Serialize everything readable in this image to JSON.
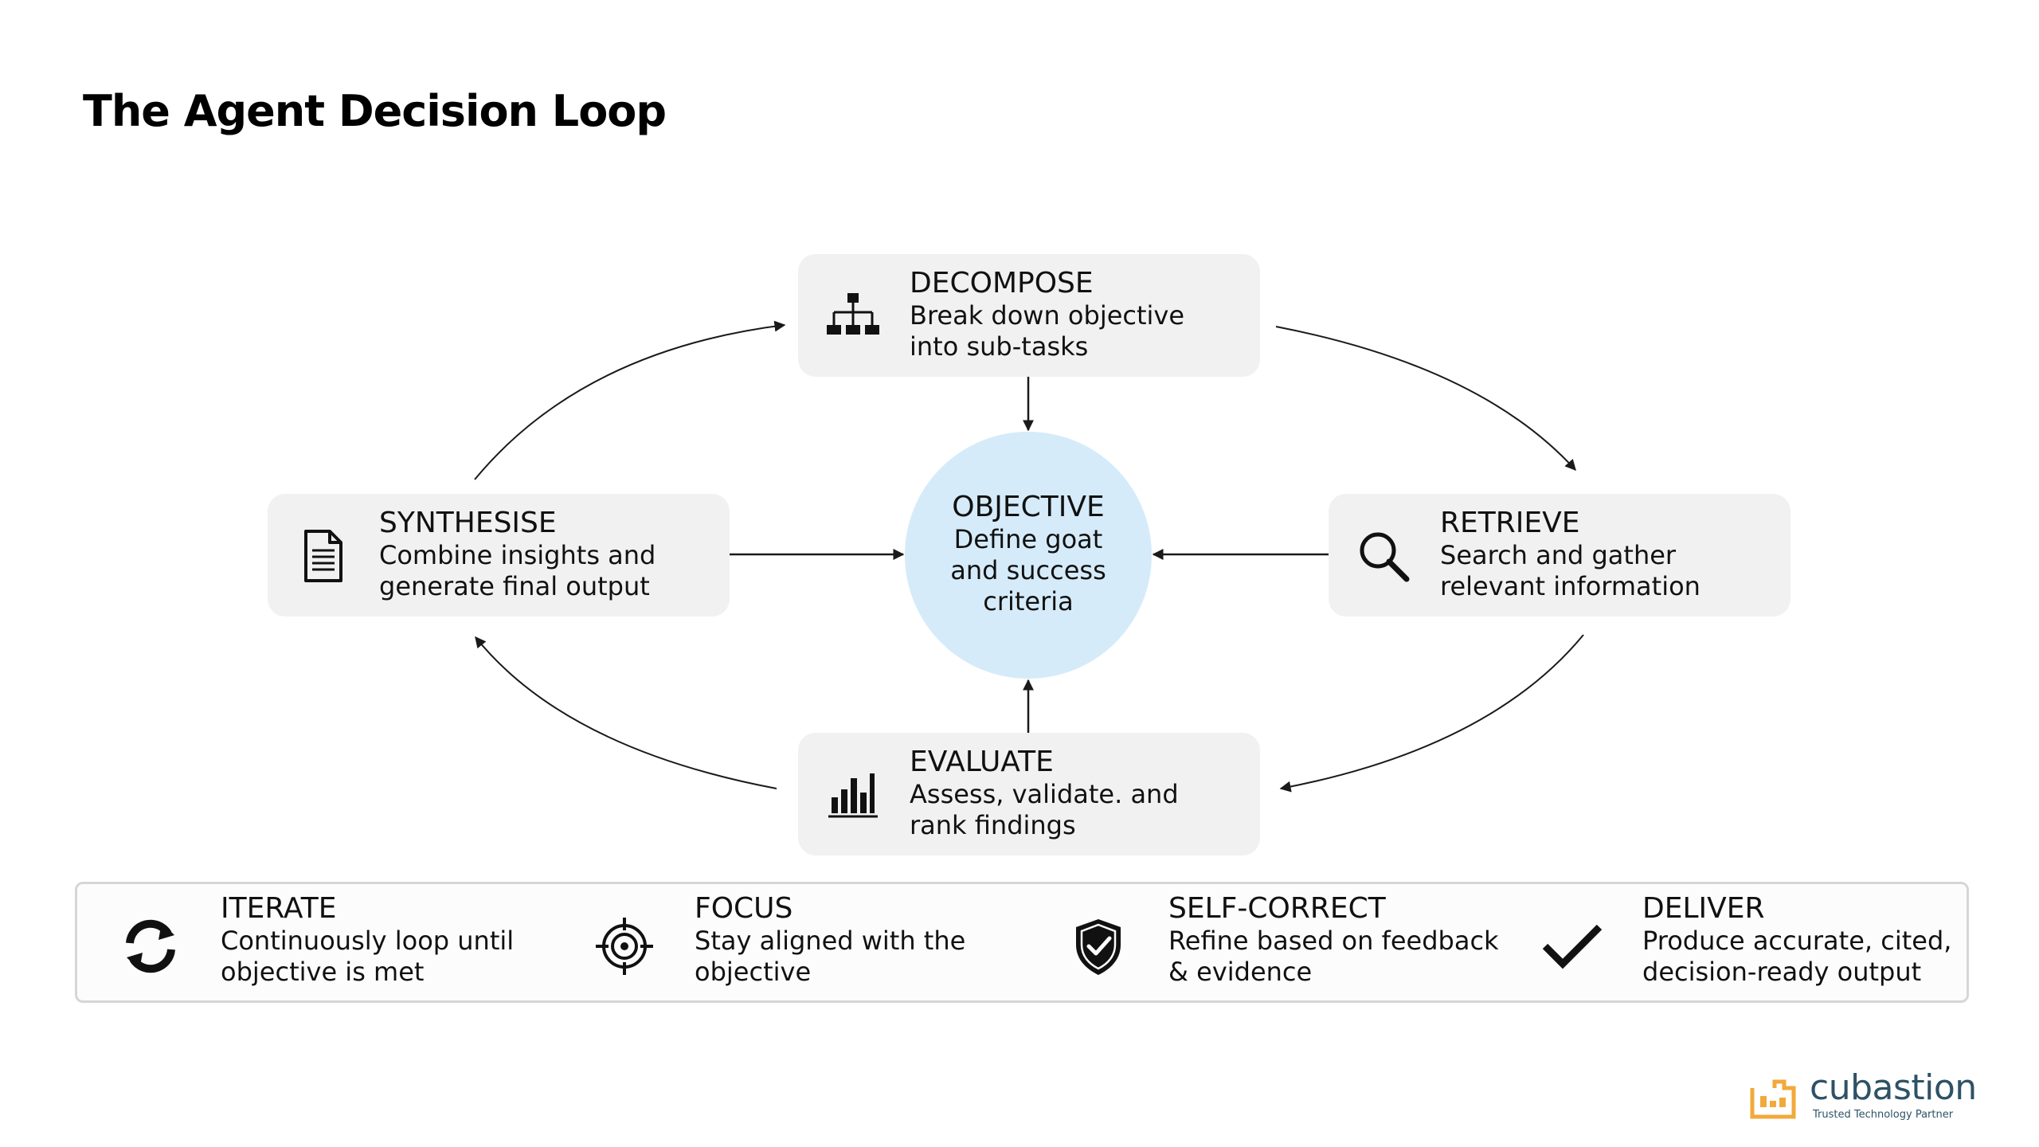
{
  "title": "The Agent Decision Loop",
  "colors": {
    "node_bg": "#f1f1f1",
    "objective_bg": "#d5ebfa",
    "arrow": "#1a1a1a",
    "logo_text": "#2e5266",
    "logo_mark": "#f2a93b"
  },
  "objective": {
    "label": "OBJECTIVE",
    "description": "Define goat and success criteria"
  },
  "nodes": {
    "decompose": {
      "label": "DECOMPOSE",
      "description": "Break down objective into sub-tasks",
      "icon": "hierarchy-icon"
    },
    "retrieve": {
      "label": "RETRIEVE",
      "description": "Search and gather relevant information",
      "icon": "search-icon"
    },
    "evaluate": {
      "label": "EVALUATE",
      "description": "Assess, validate. and rank findings",
      "icon": "bar-chart-icon"
    },
    "synthesise": {
      "label": "SYNTHESISE",
      "description": "Combine insights and generate final output",
      "icon": "document-icon"
    }
  },
  "pillars": [
    {
      "label": "ITERATE",
      "description": "Continuously loop until objective is met",
      "icon": "refresh-icon"
    },
    {
      "label": "FOCUS",
      "description": "Stay aligned with the objective",
      "icon": "target-icon"
    },
    {
      "label": "SELF-CORRECT",
      "description": "Refine based on feedback & evidence",
      "icon": "shield-check-icon"
    },
    {
      "label": "DELIVER",
      "description": "Produce accurate, cited, decision-ready output",
      "icon": "checkmark-icon"
    }
  ],
  "logo": {
    "name": "cubastion",
    "tagline": "Trusted Technology Partner"
  }
}
